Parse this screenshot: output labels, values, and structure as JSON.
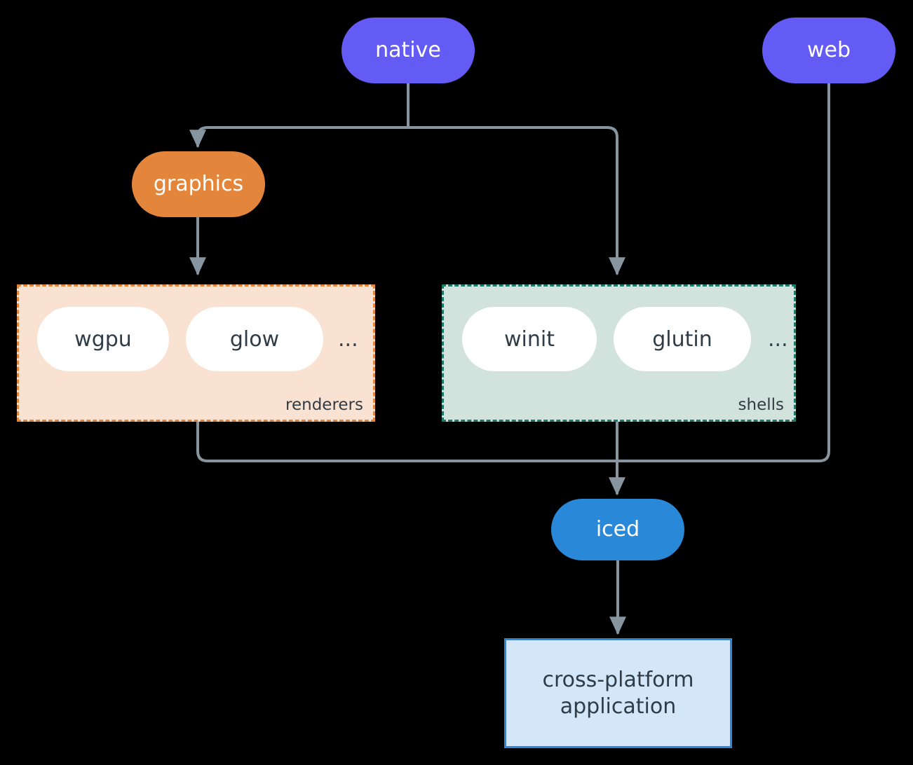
{
  "diagram": {
    "type": "flowchart",
    "background_color": "#000000",
    "edge_color": "#8795a1",
    "nodes": {
      "native": {
        "label": "native",
        "shape": "stadium",
        "color": "#645bf5",
        "text_color": "#ffffff"
      },
      "web": {
        "label": "web",
        "shape": "stadium",
        "color": "#645bf5",
        "text_color": "#ffffff"
      },
      "graphics": {
        "label": "graphics",
        "shape": "stadium",
        "color": "#e3863c",
        "text_color": "#ffffff"
      },
      "iced": {
        "label": "iced",
        "shape": "stadium",
        "color": "#2a88d8",
        "text_color": "#ffffff"
      },
      "application": {
        "label_line1": "cross-platform",
        "label_line2": "application",
        "shape": "rect",
        "color": "#d4e7f8",
        "border_color": "#2a88d8",
        "text_color": "#2f3c47"
      }
    },
    "clusters": [
      {
        "id": "renderers",
        "label": "renderers",
        "fill": "#fae2d3",
        "border_color": "#e3863c",
        "border_style": "dashed",
        "items": [
          {
            "label": "wgpu"
          },
          {
            "label": "glow"
          }
        ],
        "overflow": "..."
      },
      {
        "id": "shells",
        "label": "shells",
        "fill": "#d2e3dd",
        "border_color": "#1d7a68",
        "border_style": "dashed",
        "items": [
          {
            "label": "winit"
          },
          {
            "label": "glutin"
          }
        ],
        "overflow": "..."
      }
    ],
    "edges": [
      {
        "from": "native",
        "to": "graphics"
      },
      {
        "from": "native",
        "to": "shells"
      },
      {
        "from": "graphics",
        "to": "renderers"
      },
      {
        "from": "renderers",
        "to": "iced"
      },
      {
        "from": "shells",
        "to": "iced"
      },
      {
        "from": "web",
        "to": "iced"
      },
      {
        "from": "iced",
        "to": "application"
      }
    ]
  }
}
